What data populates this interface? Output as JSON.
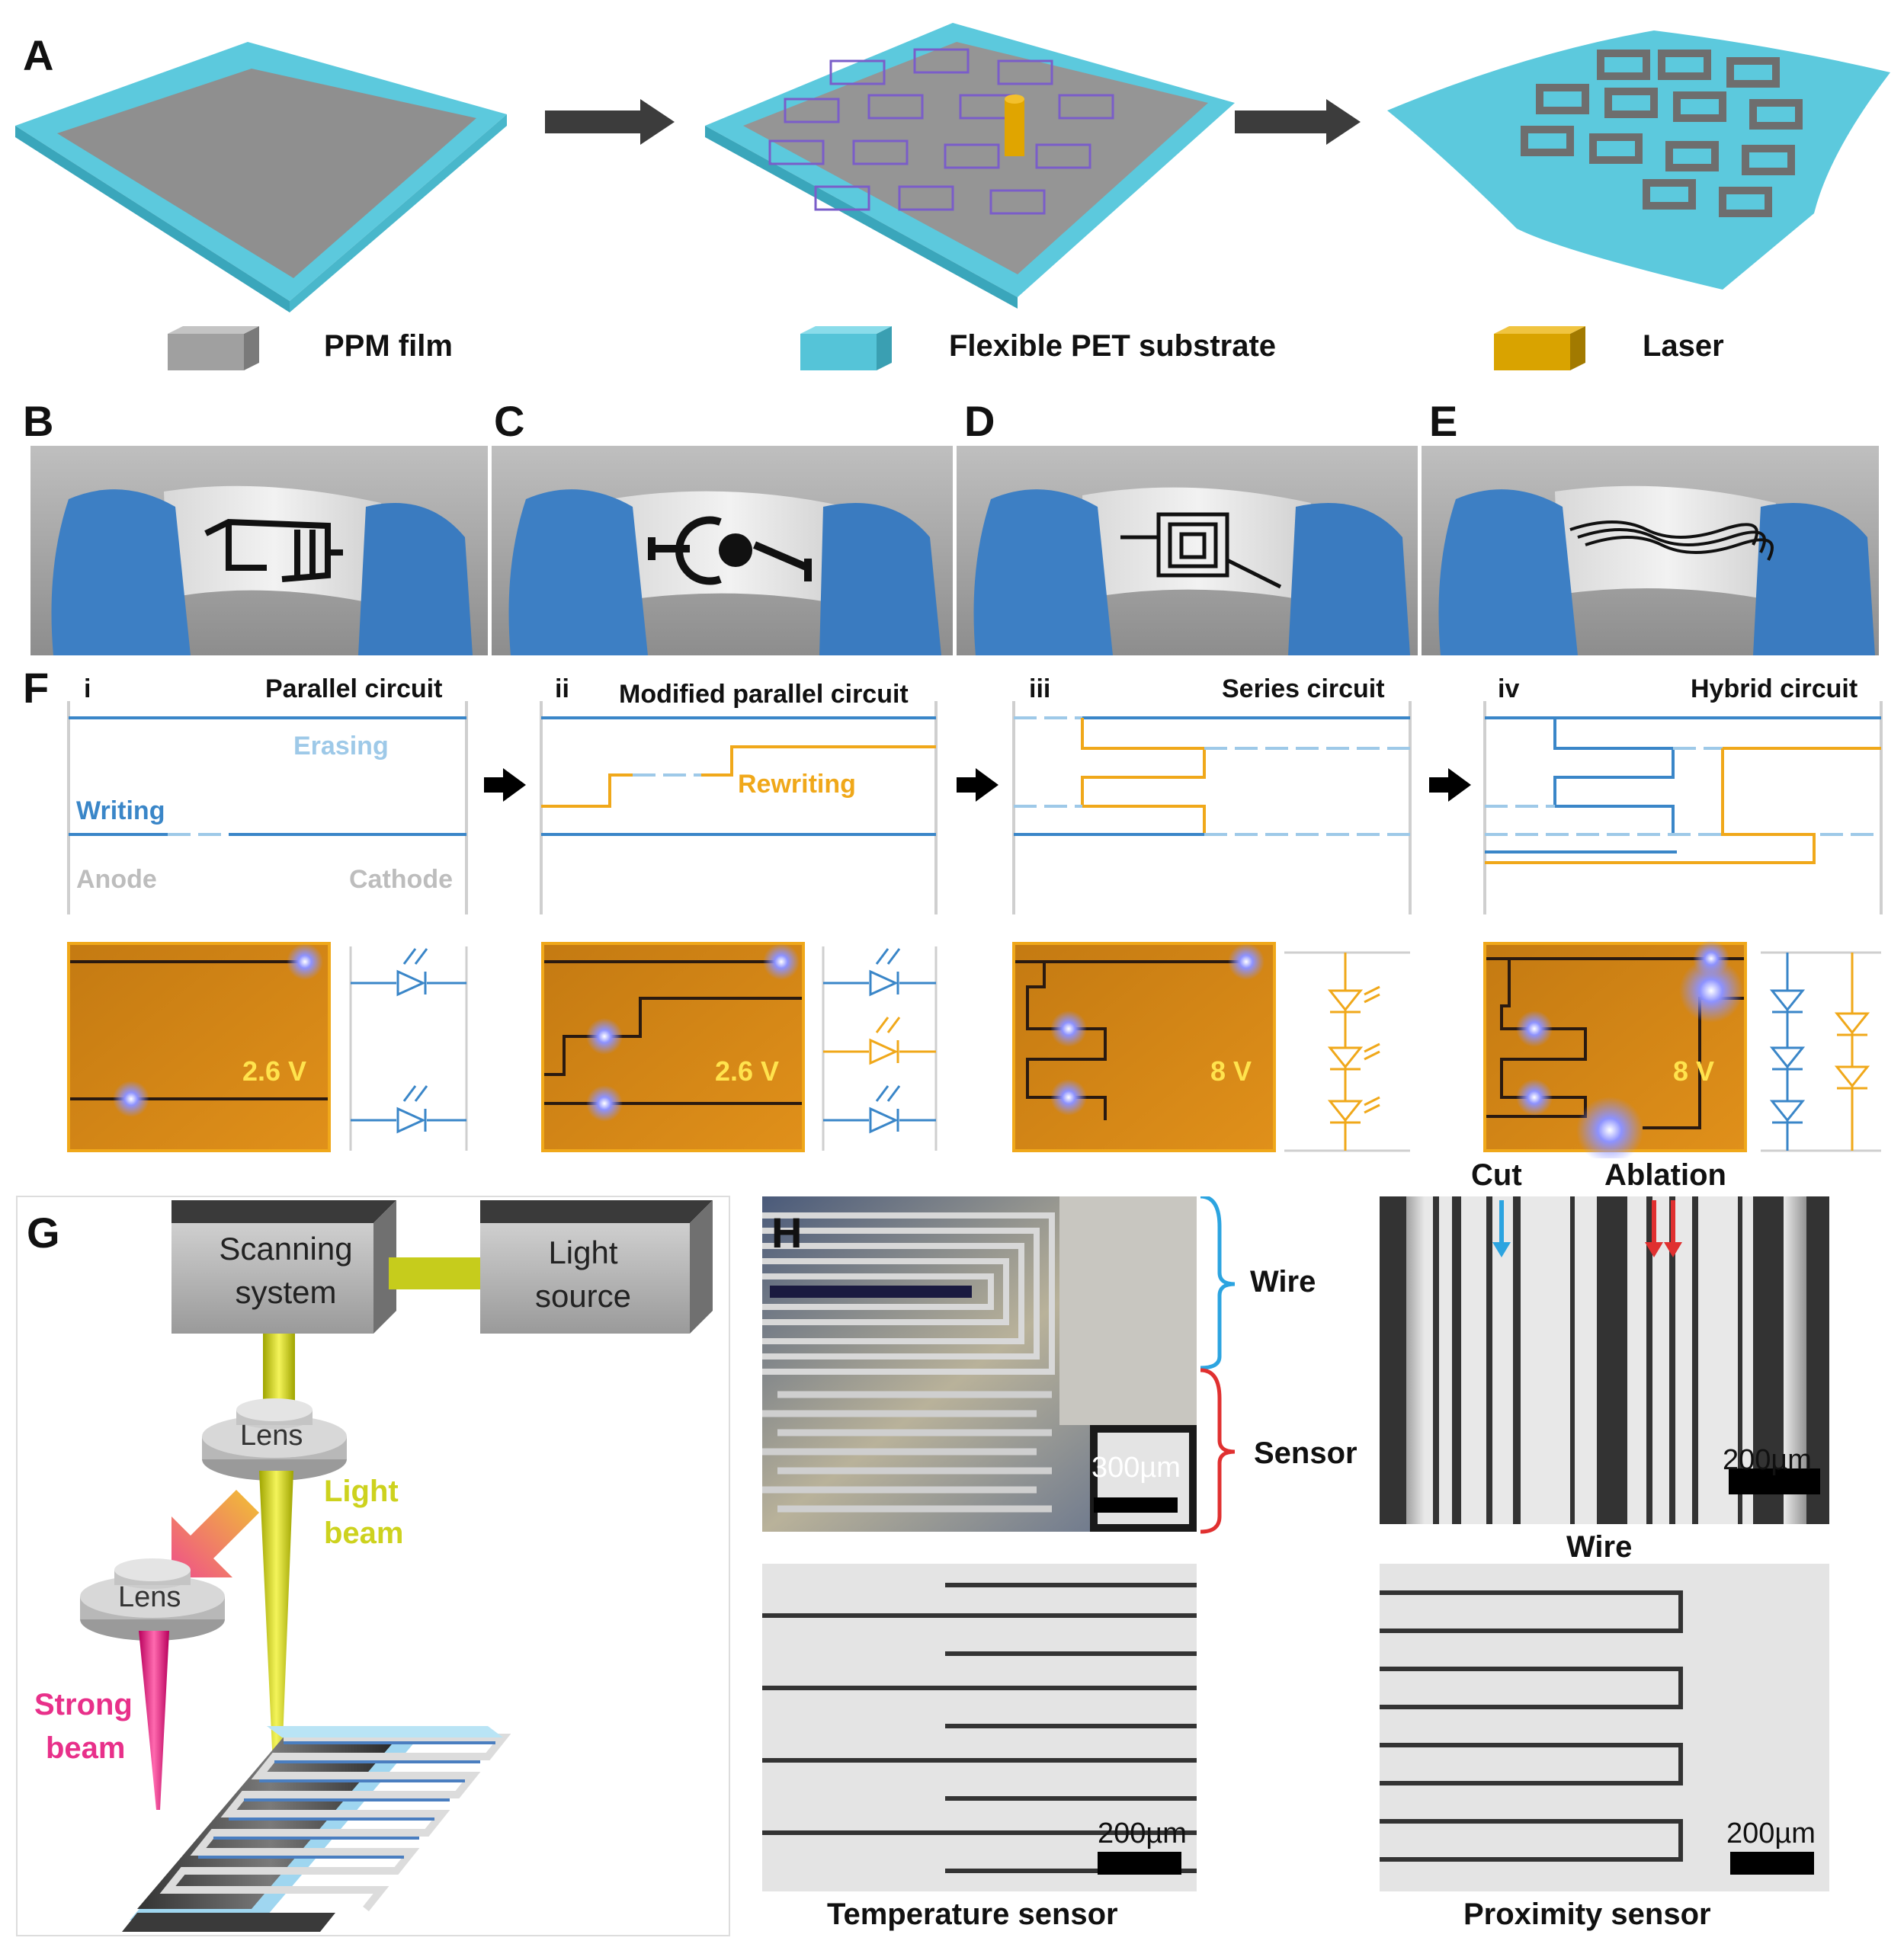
{
  "panel_labels": {
    "A": "A",
    "B": "B",
    "C": "C",
    "D": "D",
    "E": "E",
    "F": "F",
    "G": "G",
    "H": "H"
  },
  "legend": {
    "ppm": "PPM film",
    "pet": "Flexible PET substrate",
    "laser": "Laser"
  },
  "colors": {
    "ppm": "#8f8f8f",
    "pet": "#4cc3d9",
    "laser": "#d9a300",
    "writing": "#3a86c8",
    "erasing": "#9ec9e8",
    "rewriting": "#f0a81a",
    "led_glow": "#7b86ff",
    "strong_beam": "#e8308a",
    "light_beam": "#c7d400"
  },
  "circuits": [
    {
      "index": "i",
      "title": "Parallel circuit",
      "voltage": "2.6 V"
    },
    {
      "index": "ii",
      "title": "Modified parallel circuit",
      "voltage": "2.6 V"
    },
    {
      "index": "iii",
      "title": "Series circuit",
      "voltage": "8 V"
    },
    {
      "index": "iv",
      "title": "Hybrid circuit",
      "voltage": "8 V"
    }
  ],
  "circuit_labels": {
    "erasing": "Erasing",
    "writing": "Writing",
    "anode": "Anode",
    "cathode": "Cathode",
    "rewriting": "Rewriting"
  },
  "g": {
    "scanning": [
      "Scanning",
      "system"
    ],
    "light_source": [
      "Light",
      "source"
    ],
    "lens": "Lens",
    "light_beam": [
      "Light",
      "beam"
    ],
    "strong_beam": [
      "Strong",
      "beam"
    ]
  },
  "h": {
    "wire": "Wire",
    "sensor": "Sensor",
    "cut": "Cut",
    "ablation": "Ablation",
    "scale_300": "300µm",
    "scale_200": "200µm",
    "wire_caption": "Wire",
    "temp_caption": "Temperature sensor",
    "prox_caption": "Proximity sensor"
  }
}
